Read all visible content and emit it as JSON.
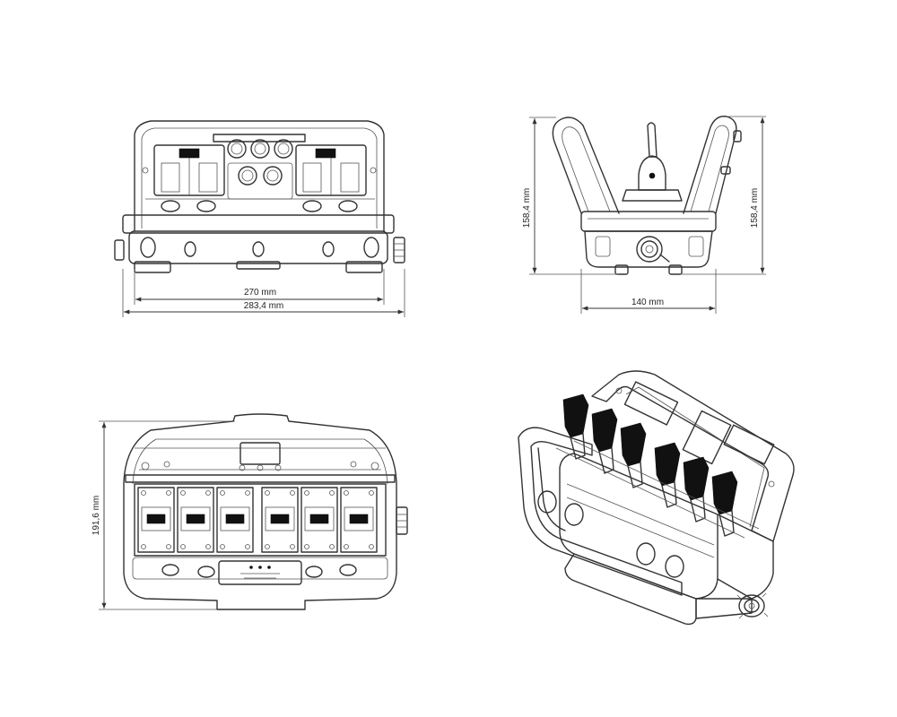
{
  "dimensions": {
    "front_width_inner": "270 mm",
    "front_width_outer": "283,4 mm",
    "side_height_left": "158,4 mm",
    "side_height_right": "158,4 mm",
    "side_width": "140 mm",
    "top_depth": "191,6 mm"
  },
  "colors": {
    "line": "#333333",
    "fill_dark": "#111111",
    "background": "#ffffff"
  }
}
